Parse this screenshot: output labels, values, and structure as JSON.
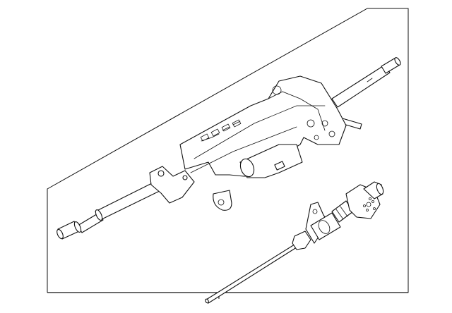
{
  "diagram": {
    "type": "parts-illustration",
    "parts": [
      "steering-column-assembly",
      "intermediate-shaft-cable-assembly"
    ],
    "colors": {
      "line": "#111111",
      "background": "#ffffff"
    }
  }
}
